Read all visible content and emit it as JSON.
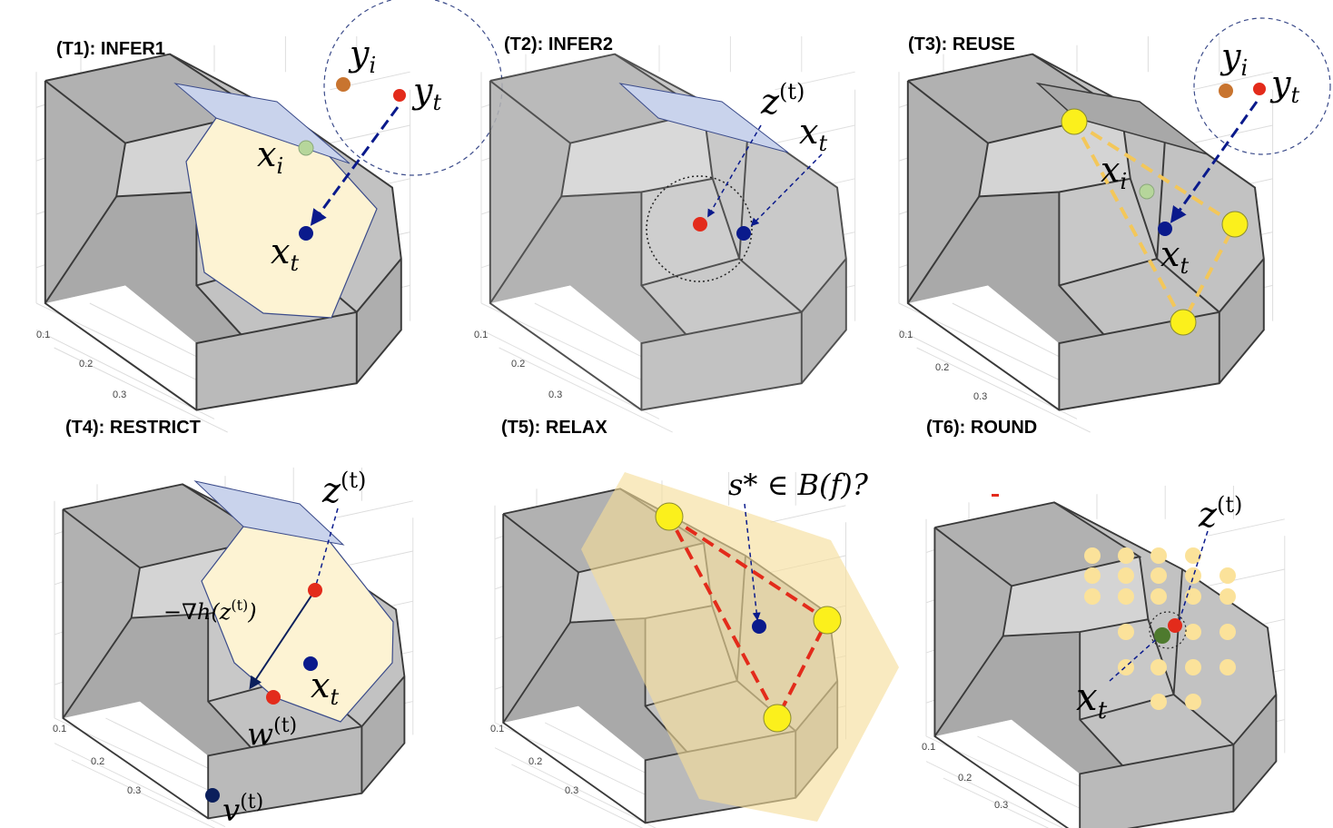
{
  "panels": [
    {
      "id": "t1",
      "title": "(T1): INFER1",
      "labels": {
        "yi": "y",
        "yi_sub": "i",
        "yt": "y",
        "yt_sub": "t",
        "xi": "x",
        "xi_sub": "i",
        "xt": "x",
        "xt_sub": "t"
      }
    },
    {
      "id": "t2",
      "title": "(T2): INFER2",
      "labels": {
        "z": "z",
        "z_sup": "(t)",
        "xt": "x",
        "xt_sub": "t"
      }
    },
    {
      "id": "t3",
      "title": "(T3): REUSE",
      "labels": {
        "yi": "y",
        "yi_sub": "i",
        "yt": "y",
        "yt_sub": "t",
        "xi": "x",
        "xi_sub": "i",
        "xt": "x",
        "xt_sub": "t"
      }
    },
    {
      "id": "t4",
      "title": "(T4): RESTRICT",
      "labels": {
        "z": "z",
        "z_sup": "(t)",
        "grad": "−∇h(z",
        "grad_sup": "(t)",
        "grad_close": ")",
        "xt": "x",
        "xt_sub": "t",
        "w": "w",
        "w_sup": "(t)",
        "v": "v",
        "v_sup": "(t)"
      }
    },
    {
      "id": "t5",
      "title": "(T5): RELAX",
      "labels": {
        "question": "s* ∈ B(f)?"
      }
    },
    {
      "id": "t6",
      "title": "(T6): ROUND",
      "labels": {
        "z": "z",
        "z_sup": "(t)",
        "xt": "x",
        "xt_sub": "t"
      }
    }
  ],
  "axis_ticks": [
    "0.1",
    "0.2",
    "0.3"
  ],
  "colors": {
    "polytope_face": "#bdbdbd",
    "polytope_face_light": "#d6d6d6",
    "polytope_edge": "#3a3a3a",
    "highlight_face": "#fdf3d3",
    "top_face_blue": "#c9d3ec",
    "relax_region": "#f6dd9a",
    "dot_red": "#e32b1b",
    "dot_blue": "#0a1a8c",
    "dot_navy": "#0b1f5c",
    "dot_orange": "#c8742f",
    "dot_green_light": "#b6d69b",
    "dot_green_dark": "#4e7a2e",
    "vertex_yellow": "#fbf01c",
    "grid_dot": "#fbe29a",
    "dashed_yellow": "#f3c75a",
    "dashed_red": "#e32b1b",
    "arrow_blue": "#0a1a8c"
  }
}
